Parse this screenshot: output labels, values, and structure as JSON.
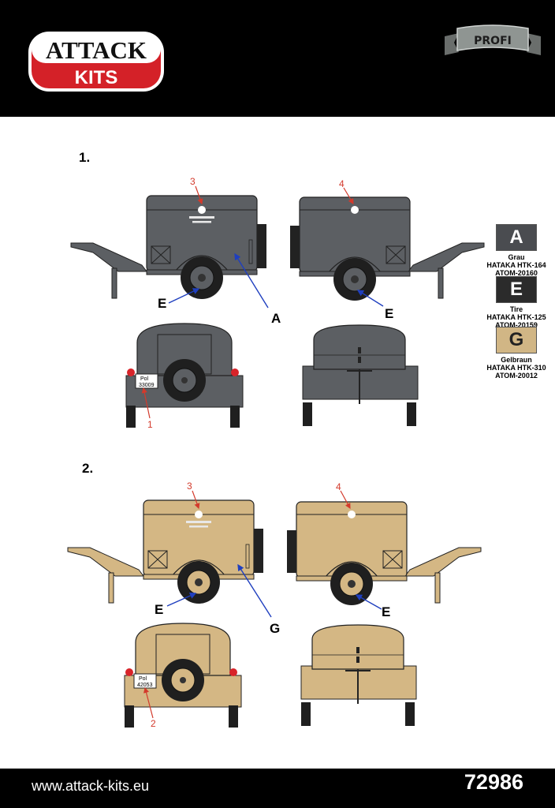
{
  "brand": {
    "logo_top": "ATTACK",
    "logo_bottom": "KITS",
    "badge": "PROFI",
    "website": "www.attack-kits.eu",
    "product_code": "72986"
  },
  "colors": {
    "header_bg": "#000000",
    "logo_red": "#d42128",
    "grey_paint": "#5c5f63",
    "sand_paint": "#d4b784",
    "tire": "#1f1f1f",
    "callout_red": "#d33a2c",
    "callout_blue": "#1f3fbf"
  },
  "steps": [
    {
      "label": "1.",
      "view_callouts": {
        "emblem_side": "3",
        "emblem_rear": "4",
        "plate": "1"
      },
      "paint_callouts": {
        "body": "A",
        "tire_left": "E",
        "tire_right": "E"
      },
      "plate": {
        "line1": "Pol",
        "line2": "33009"
      }
    },
    {
      "label": "2.",
      "view_callouts": {
        "emblem_side": "3",
        "emblem_rear": "4",
        "plate": "2"
      },
      "paint_callouts": {
        "body": "G",
        "tire_left": "E",
        "tire_right": "E"
      },
      "plate": {
        "line1": "Pol",
        "line2": "42053"
      }
    }
  ],
  "paint_legend": [
    {
      "letter": "A",
      "name": "Grau",
      "code1": "HATAKA HTK-164",
      "code2": "ATOM-20160",
      "color": "#4a4c50",
      "text_color": "#ffffff"
    },
    {
      "letter": "E",
      "name": "Tire",
      "code1": "HATAKA HTK-125",
      "code2": "ATOM-20159",
      "color": "#2b2b2b",
      "text_color": "#ffffff"
    },
    {
      "letter": "G",
      "name": "Gelbraun",
      "code1": "HATAKA HTK-310",
      "code2": "ATOM-20012",
      "color": "#d1b685",
      "text_color": "#222222"
    }
  ]
}
